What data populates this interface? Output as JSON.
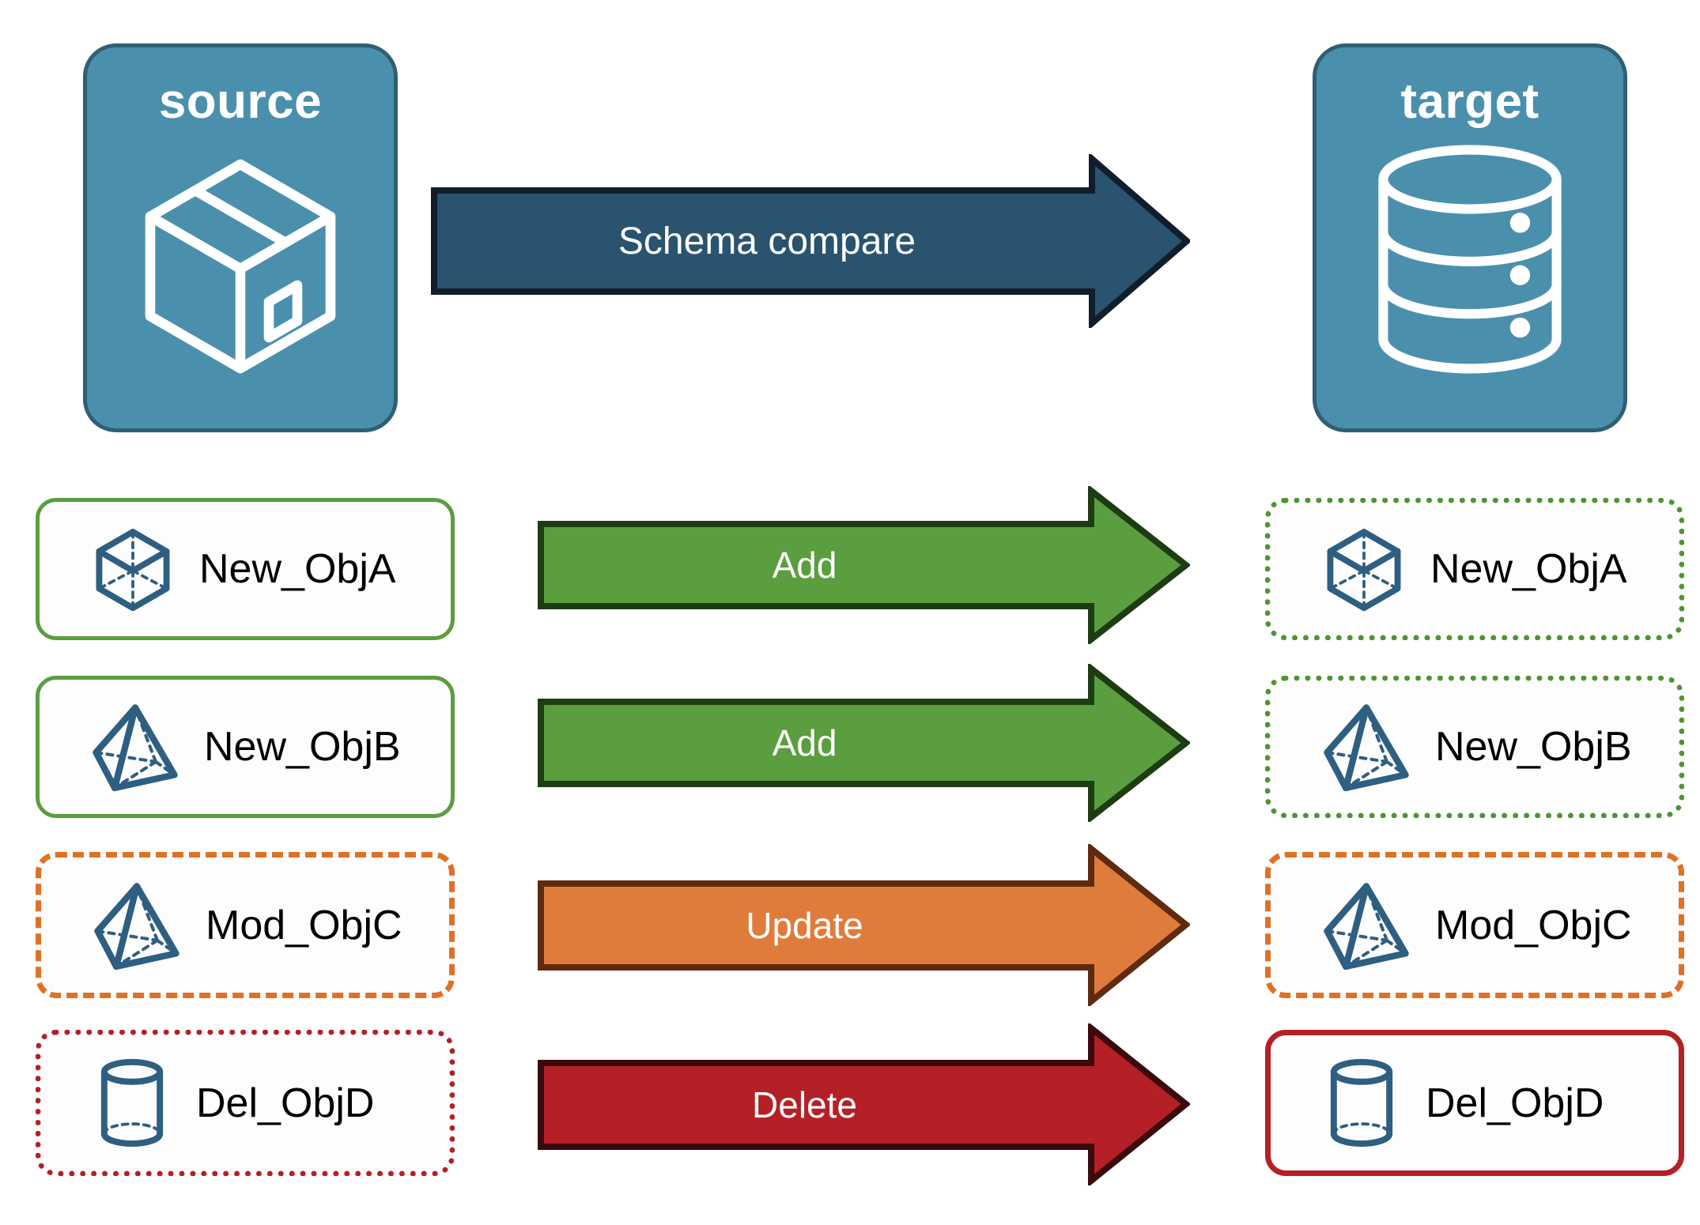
{
  "diagram": {
    "title_source": "source",
    "title_target": "target",
    "compare_arrow_label": "Schema compare"
  },
  "colors": {
    "panel_fill": "#4a90ad",
    "panel_border": "#2e5f75",
    "compare_arrow_fill": "#29536e",
    "compare_arrow_border": "#111d2b",
    "add_fill": "#5a9e3f",
    "add_border": "#1d3c12",
    "update_fill": "#df7c3c",
    "update_border": "#5e2b0f",
    "delete_fill": "#b42025",
    "delete_border": "#3b0a0c",
    "object_icon": "#2e5f81",
    "label_text": "#000000",
    "arrow_label_text": "#ffffff"
  },
  "icons": {
    "source": "package-box-3d-icon",
    "target": "database-cylinder-icon"
  },
  "rows": [
    {
      "source_label": "New_ObjA",
      "target_label": "New_ObjA",
      "action_label": "Add",
      "icon": "wireframe-cube-icon",
      "source_border_style": "green-solid",
      "target_border_style": "green-dotted",
      "arrow_color": "#5a9e3f",
      "arrow_border": "#1d3c12"
    },
    {
      "source_label": "New_ObjB",
      "target_label": "New_ObjB",
      "action_label": "Add",
      "icon": "wireframe-pyramid-icon",
      "source_border_style": "green-solid",
      "target_border_style": "green-dotted",
      "arrow_color": "#5a9e3f",
      "arrow_border": "#1d3c12"
    },
    {
      "source_label": "Mod_ObjC",
      "target_label": "Mod_ObjC",
      "action_label": "Update",
      "icon": "wireframe-pyramid-icon",
      "source_border_style": "orange-dashed",
      "target_border_style": "orange-dashed",
      "arrow_color": "#df7c3c",
      "arrow_border": "#5e2b0f"
    },
    {
      "source_label": "Del_ObjD",
      "target_label": "Del_ObjD",
      "action_label": "Delete",
      "icon": "wireframe-cylinder-icon",
      "source_border_style": "red-dotted",
      "target_border_style": "red-solid",
      "arrow_color": "#b42025",
      "arrow_border": "#3b0a0c"
    }
  ]
}
